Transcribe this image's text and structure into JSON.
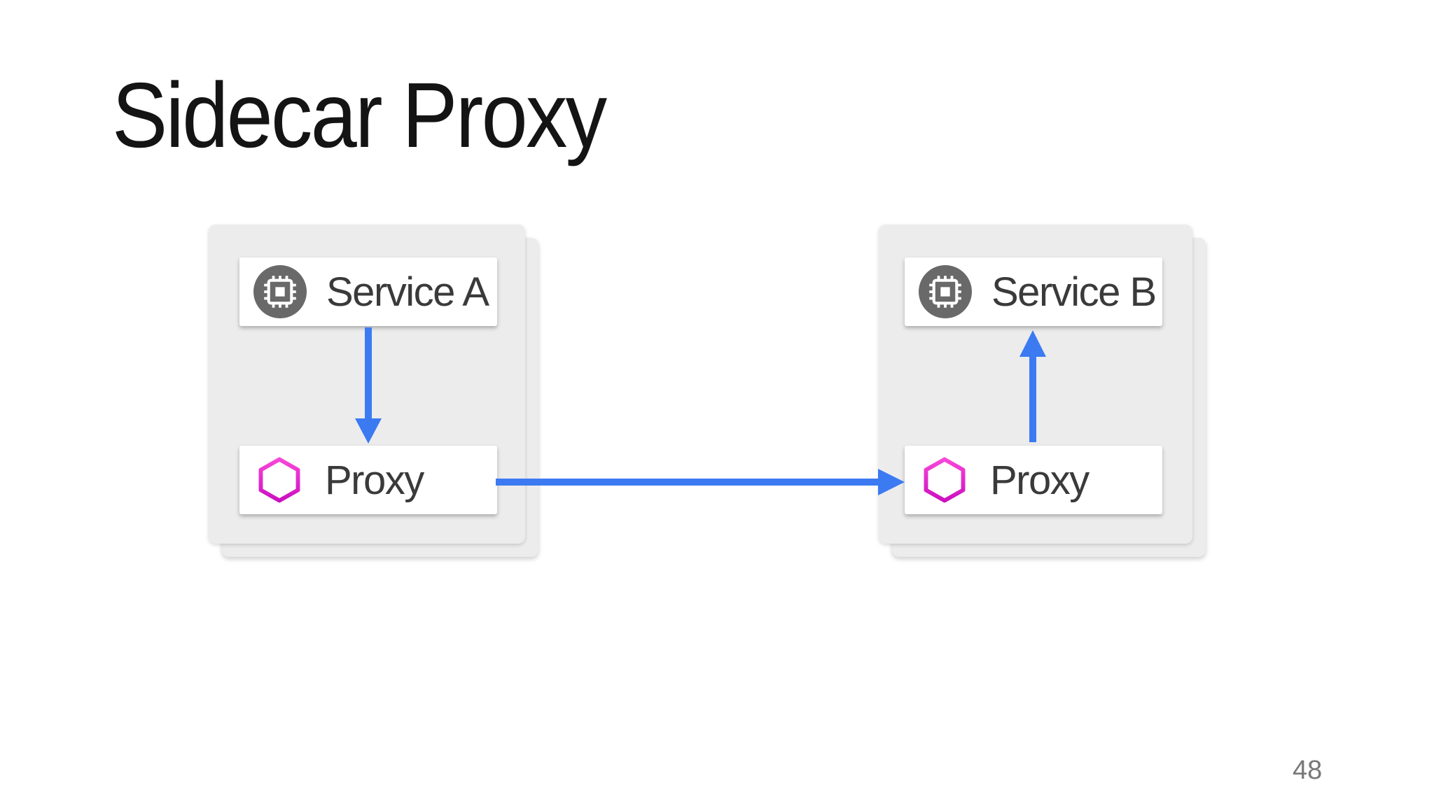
{
  "slide": {
    "title": "Sidecar Proxy",
    "page_number": "48",
    "background": "#FFFFFF"
  },
  "diagram": {
    "pods": [
      {
        "name": "pod-a",
        "service_label": "Service A",
        "service_icon": "chip-icon",
        "proxy_label": "Proxy",
        "proxy_icon": "hexagon-icon"
      },
      {
        "name": "pod-b",
        "service_label": "Service B",
        "service_icon": "chip-icon",
        "proxy_label": "Proxy",
        "proxy_icon": "hexagon-icon"
      }
    ],
    "arrows": [
      {
        "from": "Service A",
        "to": "Proxy A",
        "direction": "down"
      },
      {
        "from": "Proxy A",
        "to": "Proxy B",
        "direction": "right"
      },
      {
        "from": "Proxy B",
        "to": "Service B",
        "direction": "up"
      }
    ],
    "colors": {
      "arrow_blue": "#3C7AF2",
      "pod_background": "#ECECEC",
      "node_background": "#FFFFFF",
      "service_icon_circle": "#696969",
      "hexagon_gradient_top": "#F747D8",
      "hexagon_gradient_bottom": "#CC10C0",
      "title_text": "#141414",
      "node_text": "#3A3A3A",
      "page_number_text": "#787878"
    }
  }
}
